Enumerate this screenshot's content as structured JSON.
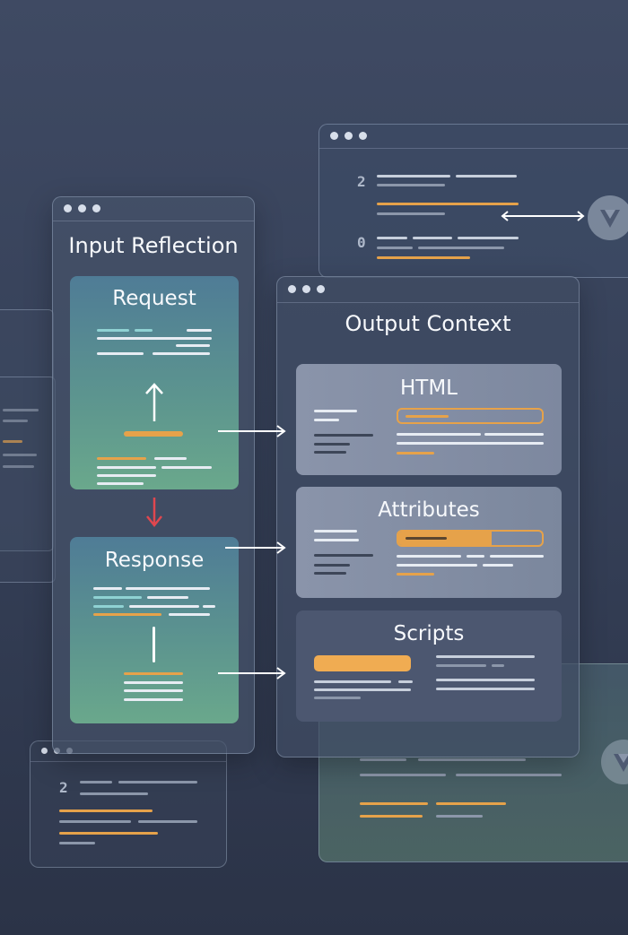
{
  "panels": {
    "input": {
      "title": "Input Reflection"
    },
    "request": {
      "title": "Request"
    },
    "response": {
      "title": "Response"
    },
    "output": {
      "title": "Output Context"
    },
    "html": {
      "title": "HTML"
    },
    "attributes": {
      "title": "Attributes"
    },
    "scripts": {
      "title": "Scripts"
    }
  },
  "background_windows": {
    "top_right": {
      "numbers": [
        "2",
        "0"
      ]
    },
    "bottom_left": {
      "numbers": [
        "2"
      ]
    }
  },
  "colors": {
    "accent_orange": "#e6a24a",
    "teal_text": "#8fd2d3",
    "down_arrow_red": "#e0474f"
  }
}
